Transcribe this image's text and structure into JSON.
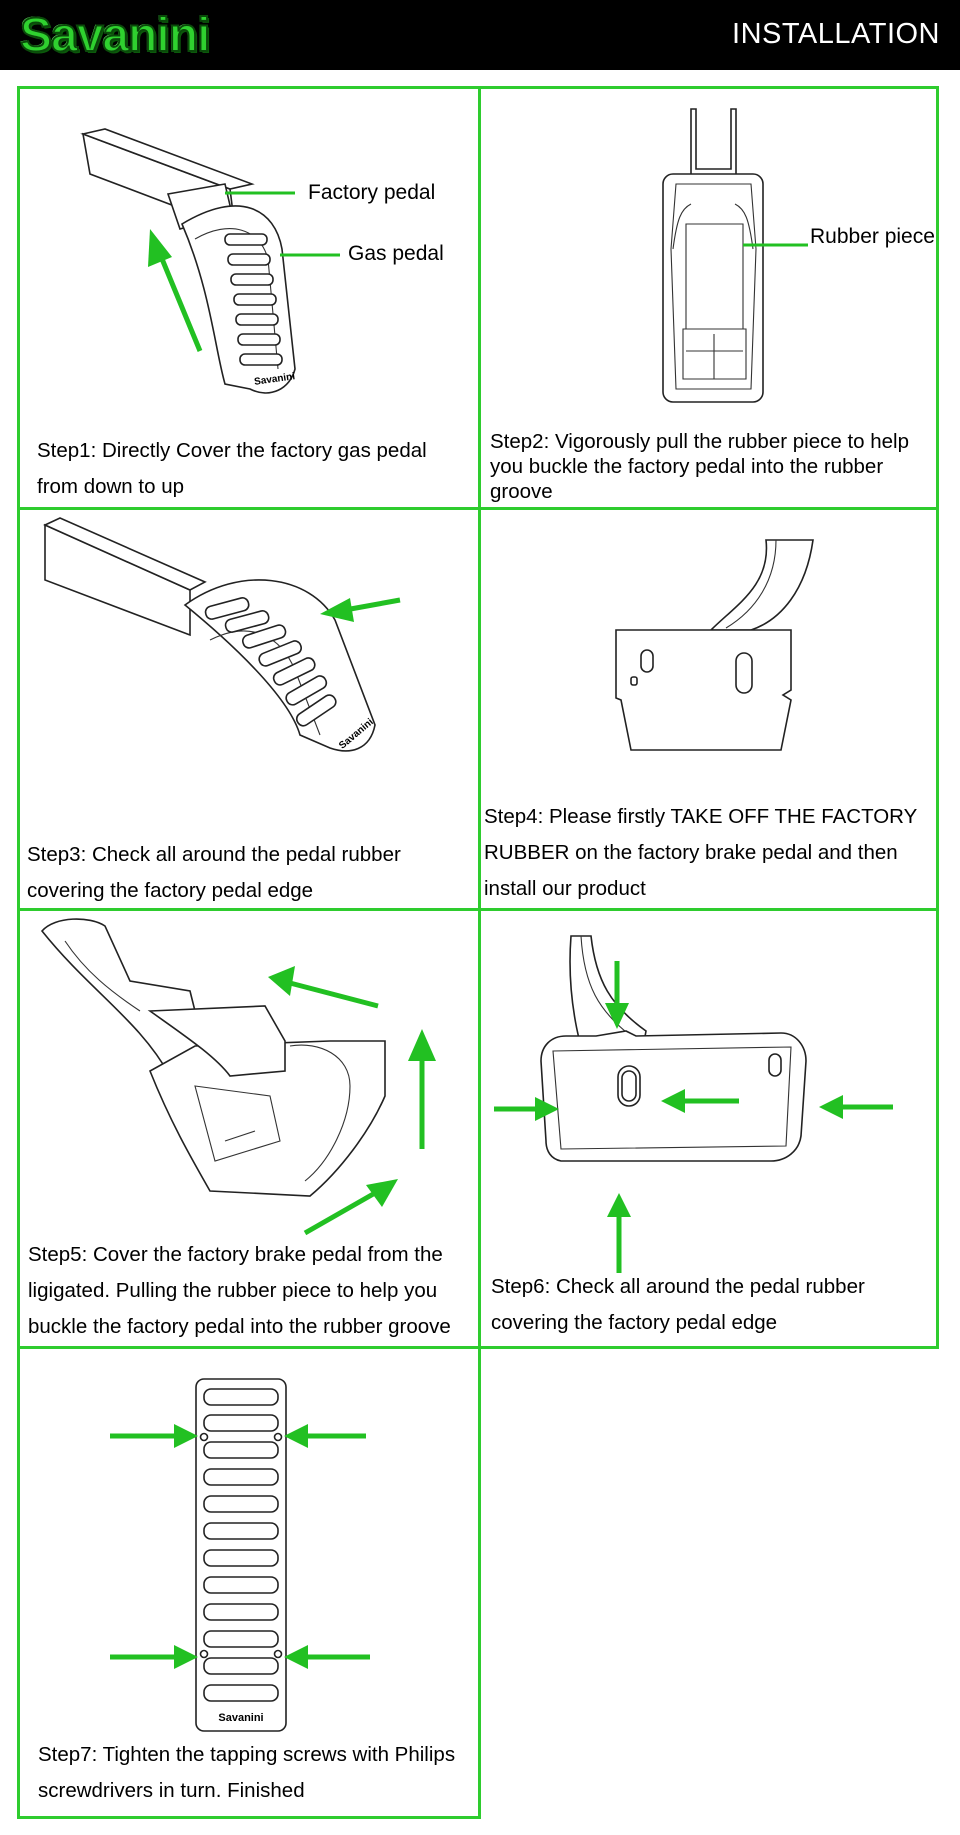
{
  "header": {
    "brand": "Savanini",
    "title": "INSTALLATION"
  },
  "colors": {
    "accent": "#2ecc2e",
    "header_bg": "#000000"
  },
  "steps": [
    {
      "id": 1,
      "lines": [
        "Step1: Directly Cover the factory gas pedal",
        "from down to up"
      ],
      "callouts": [
        "Factory pedal",
        "Gas pedal"
      ],
      "pedal_logo": "Savanini"
    },
    {
      "id": 2,
      "lines": [
        "Step2: Vigorously pull the rubber piece to help",
        "you buckle the factory pedal into the rubber",
        "groove"
      ],
      "callouts": [
        "Rubber piece"
      ]
    },
    {
      "id": 3,
      "lines": [
        "Step3: Check all around the pedal rubber",
        "covering the factory pedal edge"
      ],
      "pedal_logo": "Savanini"
    },
    {
      "id": 4,
      "lines": [
        "Step4: Please firstly TAKE OFF THE FACTORY",
        "RUBBER on the factory brake pedal and then",
        "install our product"
      ]
    },
    {
      "id": 5,
      "lines": [
        "Step5: Cover the factory brake pedal from the",
        "ligigated. Pulling the rubber piece to help you",
        "buckle the factory  pedal into the rubber groove"
      ]
    },
    {
      "id": 6,
      "lines": [
        "Step6: Check all around the pedal rubber",
        "covering the factory pedal edge"
      ]
    },
    {
      "id": 7,
      "lines": [
        "Step7: Tighten the tapping screws with Philips",
        "screwdrivers in turn. Finished"
      ],
      "pedal_logo": "Savanini"
    }
  ]
}
